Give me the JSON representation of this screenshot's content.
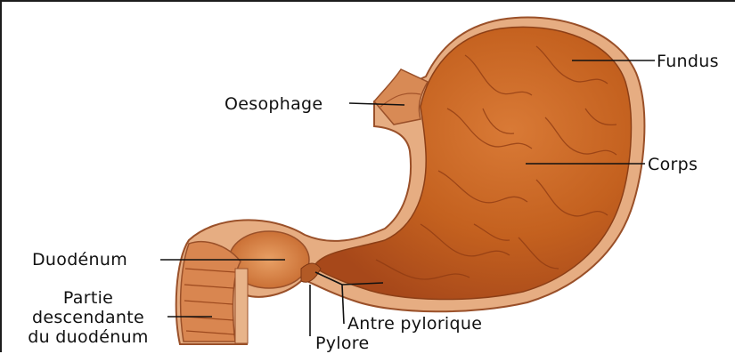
{
  "labels": {
    "fundus": "Fundus",
    "oesophage": "Oesophage",
    "corps": "Corps",
    "duodenum": "Duodénum",
    "partie_line1": "Partie",
    "partie_line2": "descendante",
    "partie_line3": "du duodénum",
    "antre": "Antre pylorique",
    "pylore": "Pylore"
  },
  "colors": {
    "outer_wall": "#e8b48a",
    "wall_edge": "#a5562c",
    "mucosa_dark": "#b4551d",
    "mucosa_mid": "#cf6c2c",
    "mucosa_light": "#e89558",
    "leader_line": "#111111"
  }
}
